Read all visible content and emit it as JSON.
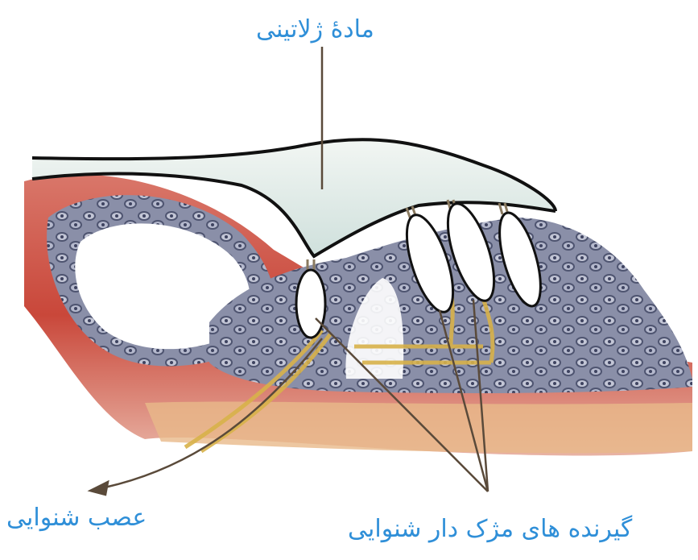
{
  "labels": {
    "gelatinous_substance": "مادهٔ ژلاتینی",
    "auditory_nerve": "عصب شنوایی",
    "hair_receptors": "گیرنده های مژک دار شنوایی"
  },
  "colors": {
    "label_text": "#2f8fd8",
    "gel_fill": "#dde9e4",
    "gel_outline": "#111111",
    "tissue_red": "#c9473a",
    "tissue_pink": "#e3a99a",
    "cells_gray": "#6f7590",
    "cells_light": "#b9bdd0",
    "nerve_yellow": "#d8b24a",
    "pointer_line": "#5a4a3a",
    "receptor_fill": "#ffffff"
  }
}
